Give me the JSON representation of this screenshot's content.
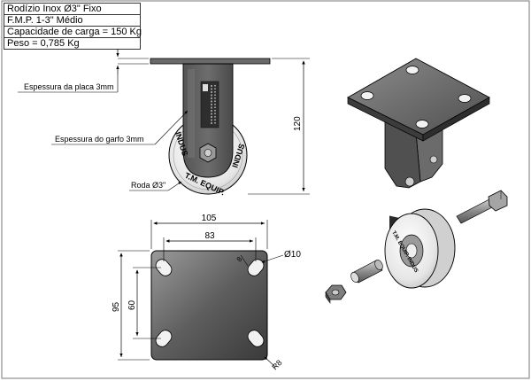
{
  "spec_box": {
    "lines": [
      "Rodízio Inox Ø3\" Fixo",
      "F.M.P. 1-3\" Médio",
      "Capacidade de carga = 150 Kg",
      "Peso = 0,785 Kg"
    ]
  },
  "side_view": {
    "plate_label": "Espessura da placa 3mm",
    "fork_label": "Espessura do garfo 3mm",
    "wheel_label": "Roda Ø3\"",
    "height_dim": "120",
    "wheel_text_left": "INDUS",
    "wheel_text_bottom": "T.M. EQUIP.",
    "wheel_text_right": "INDUS"
  },
  "plate_view": {
    "width_dim": "105",
    "hole_spacing_dim": "83",
    "hole_dia_dim": "Ø10",
    "slot_width_dim": "8",
    "height_dim": "95",
    "hole_vspacing_dim": "60",
    "corner_radius_dim": "R8"
  },
  "iso_view": {
    "wheel_text": "T.M. EQUIP. INDUS"
  },
  "colors": {
    "line": "#000000",
    "metal_dark": "#4a4a4a",
    "metal_mid": "#8a8a8a",
    "metal_light": "#d6d6d6",
    "border": "#777777"
  }
}
